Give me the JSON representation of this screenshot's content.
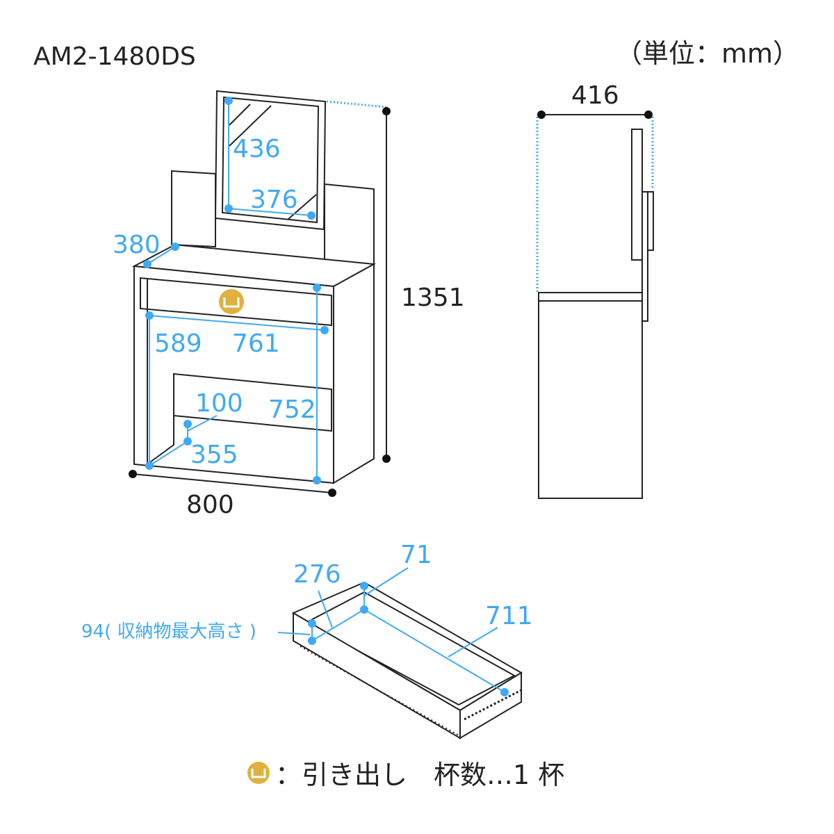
{
  "header": {
    "model": "AM2-1480DS",
    "unit": "（単位：mm）"
  },
  "dimensions": {
    "mirror_height": "436",
    "mirror_width": "376",
    "top_depth": "380",
    "total_height": "1351",
    "knee_height": "589",
    "drawer_width": "761",
    "kick_height": "100",
    "inner_height": "752",
    "leg_depth": "355",
    "width": "800",
    "side_depth": "416"
  },
  "drawer": {
    "inner_depth": "276",
    "inner_height": "71",
    "inner_width": "711",
    "max_storage_height": "94( 収納物最大高さ )"
  },
  "legend": {
    "icon": "drawer-icon",
    "label": "：引き出し　杯数…1 杯"
  },
  "colors": {
    "dimension": "#3fa9f5",
    "drawer_icon": "#e0b040"
  }
}
